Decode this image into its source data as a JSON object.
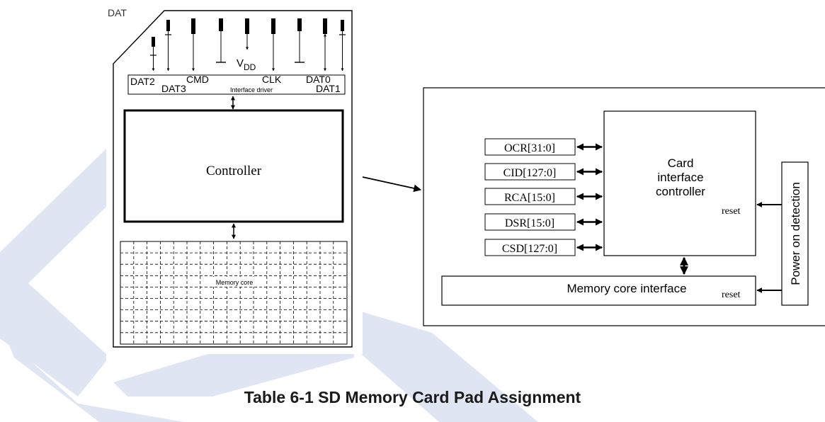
{
  "card": {
    "corner_label": "DAT",
    "pins": {
      "dat2": "DAT2",
      "dat3": "DAT3",
      "cmd": "CMD",
      "vdd_main": "V",
      "vdd_sub": "DD",
      "clk": "CLK",
      "dat0": "DAT0",
      "dat1": "DAT1"
    },
    "interface_driver": "Interface driver",
    "controller": "Controller",
    "memory_core": "Memory core"
  },
  "detail": {
    "registers": [
      "OCR[31:0]",
      "CID[127:0]",
      "RCA[15:0]",
      "DSR[15:0]",
      "CSD[127:0]"
    ],
    "card_interface_controller": [
      "Card",
      "interface",
      "controller"
    ],
    "reset": "reset",
    "memory_core_interface": "Memory core interface",
    "power_on_detection": "Power on detection"
  },
  "caption": "Table 6-1 SD Memory Card Pad Assignment",
  "colors": {
    "watermark": "#dfe5f3",
    "line": "#000000",
    "caption": "#1a1a1a"
  }
}
